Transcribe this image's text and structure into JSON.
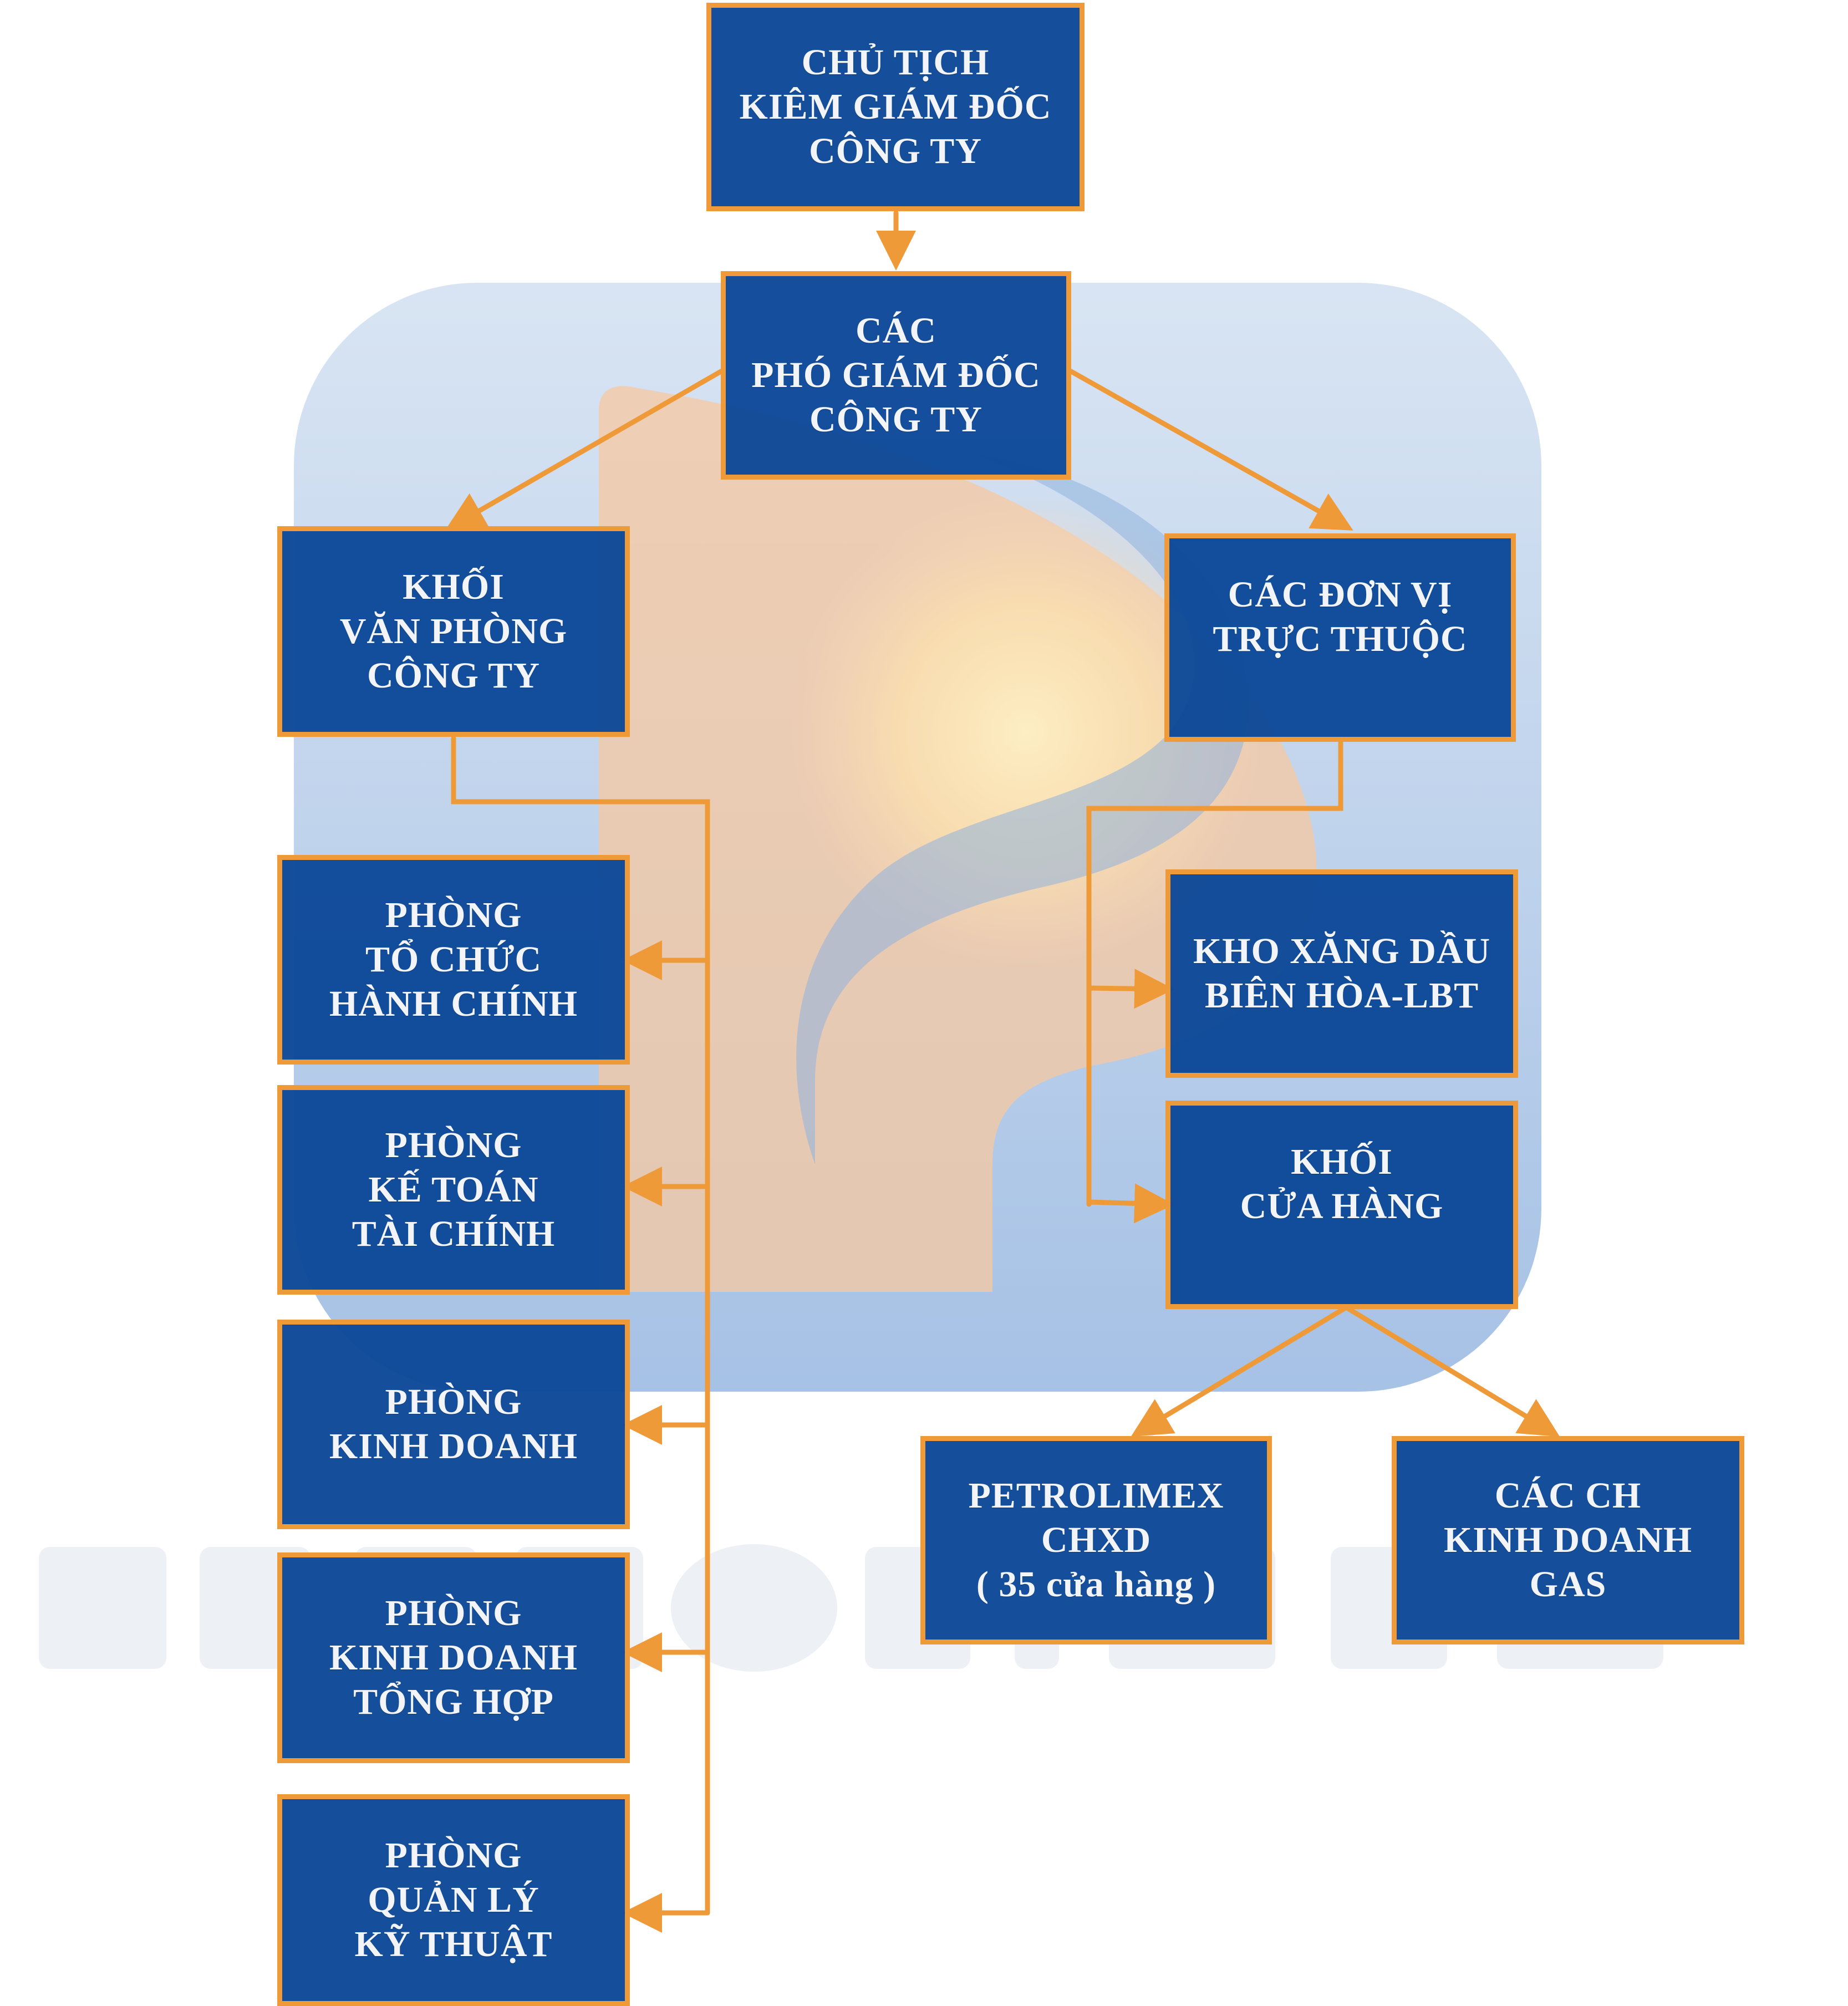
{
  "colors": {
    "box_fill": "#0b4898",
    "box_border": "#ef9a38",
    "connector": "#ef9a38",
    "text": "#f3f4f8",
    "logo_blue": "#5d8fd0",
    "logo_orange": "#f7b06b",
    "logo_yellow": "#fde8a8"
  },
  "logo": {
    "name": "petrolimex-watermark-logo",
    "wordmark": "PETROLIMEX"
  },
  "nodes": {
    "chairman": "CHỦ TỊCH\nKIÊM GIÁM ĐỐC\nCÔNG TY",
    "vice_directors": "CÁC\nPHÓ GIÁM ĐỐC\nCÔNG TY",
    "office_block": "KHỐI\nVĂN PHÒNG\nCÔNG TY",
    "subsidiary_units": "CÁC ĐƠN VỊ\nTRỰC THUỘC",
    "admin_dept": "PHÒNG\nTỔ CHỨC\nHÀNH CHÍNH",
    "finance_dept": "PHÒNG\nKẾ TOÁN\nTÀI CHÍNH",
    "business_dept": "PHÒNG\nKINH DOANH",
    "general_business_dept": "PHÒNG\nKINH DOANH\nTỔNG HỢP",
    "technical_dept": "PHÒNG\nQUẢN LÝ\nKỸ THUẬT",
    "fuel_depot": "KHO XĂNG DẦU\nBIÊN HÒA-LBT",
    "store_block": "KHỐI\nCỬA HÀNG",
    "petrolimex_stations": "PETROLIMEX\nCHXD\n( 35 cửa hàng )",
    "gas_stores": "CÁC CH\nKINH DOANH\nGAS"
  }
}
